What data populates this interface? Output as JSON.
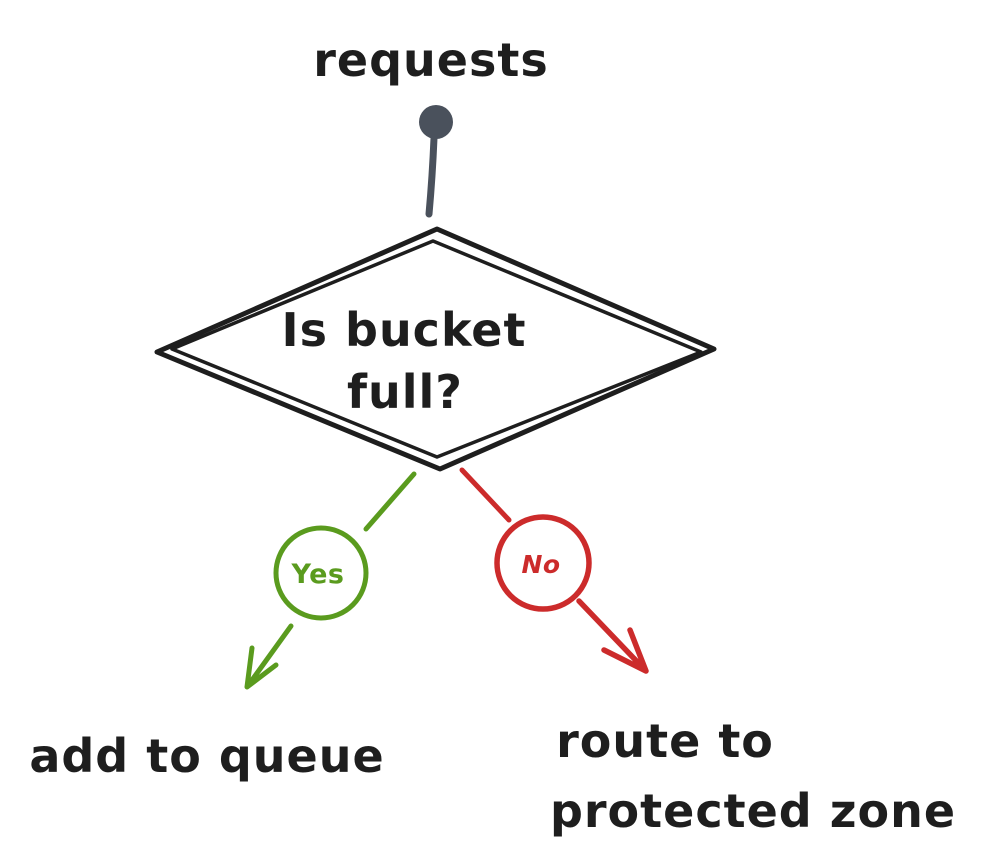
{
  "diagram": {
    "title": "requests",
    "decision": {
      "text_line1": "Is bucket",
      "text_line2": "full?"
    },
    "branch_yes": {
      "label": "Yes",
      "outcome": "add to queue"
    },
    "branch_no": {
      "label": "No",
      "outcome_line1": "route to",
      "outcome_line2": "protected zone"
    }
  },
  "colors": {
    "ink": "#1e1e1e",
    "pin_gray": "#4a515c",
    "yes_green": "#5a9b1e",
    "no_red": "#cc2b2b",
    "background": "#ffffff"
  }
}
